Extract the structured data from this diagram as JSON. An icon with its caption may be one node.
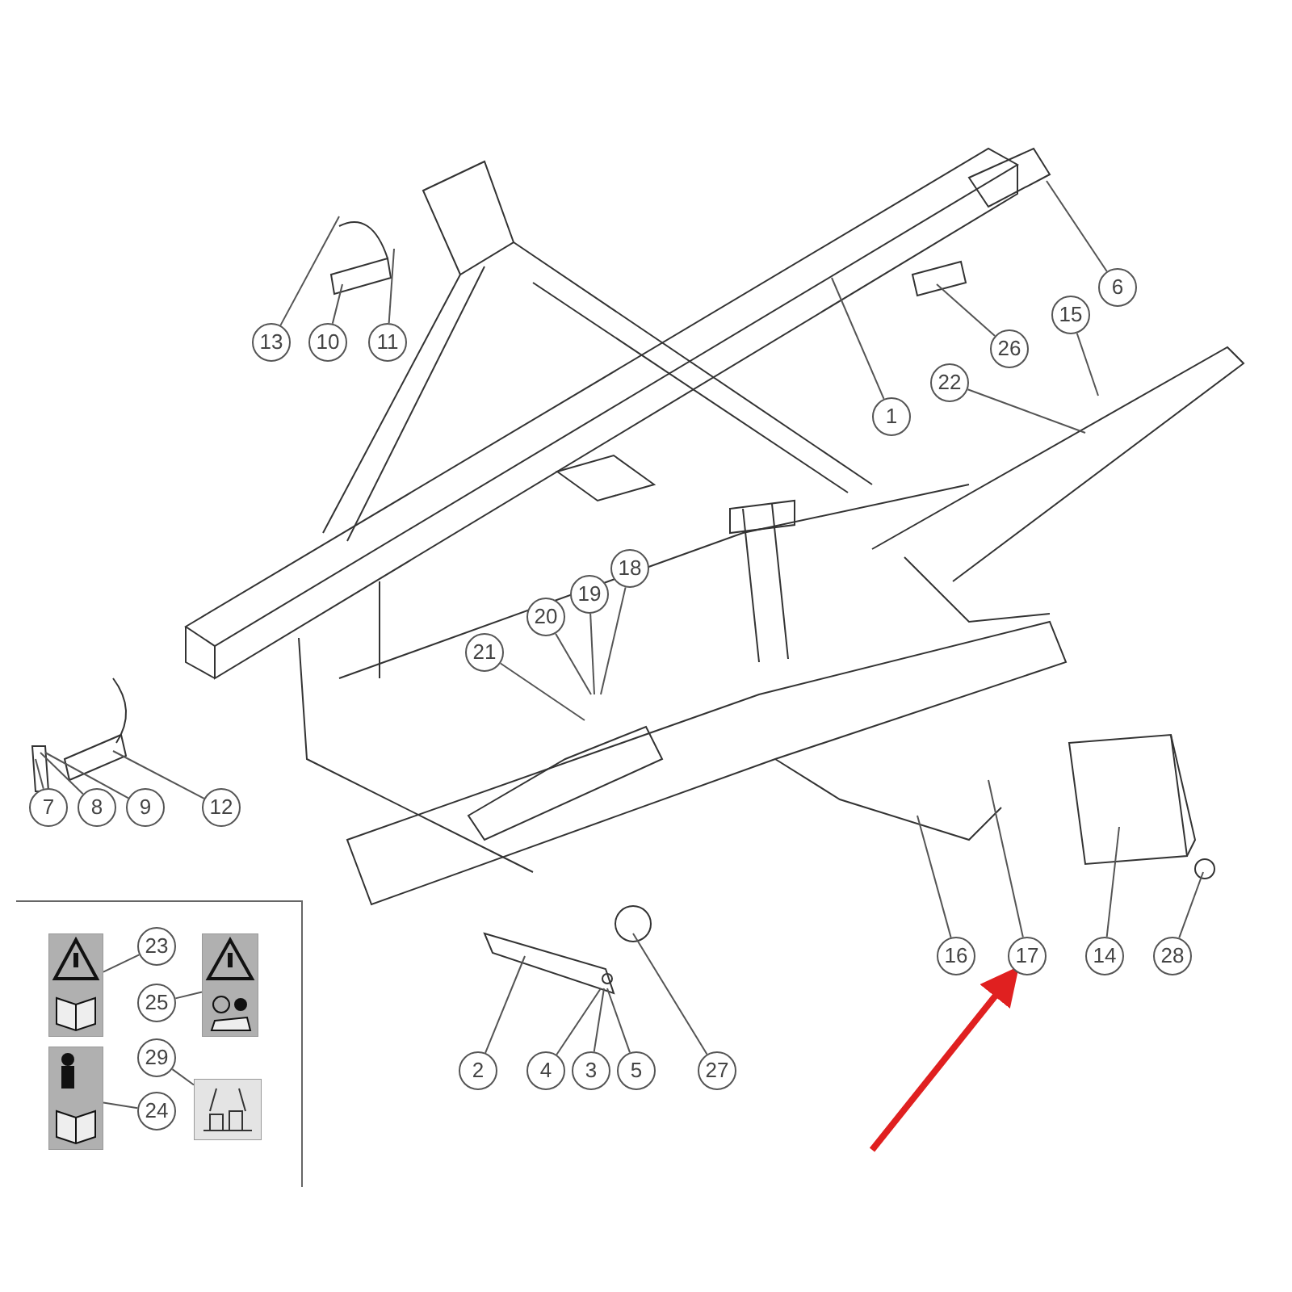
{
  "diagram": {
    "nodes": [
      {
        "text": [
          "6"
        ]
      },
      {
        "text": [
          "13"
        ]
      },
      {
        "text": [
          "10"
        ]
      },
      {
        "text": [
          "11"
        ]
      },
      {
        "text": [
          "26"
        ]
      },
      {
        "text": [
          "15"
        ]
      },
      {
        "text": [
          "22"
        ]
      },
      {
        "text": [
          "1"
        ]
      },
      {
        "text": [
          "18"
        ]
      },
      {
        "text": [
          "19"
        ]
      },
      {
        "text": [
          "20"
        ]
      },
      {
        "text": [
          "21"
        ]
      },
      {
        "text": [
          "7"
        ]
      },
      {
        "text": [
          "8"
        ]
      },
      {
        "text": [
          "9"
        ]
      },
      {
        "text": [
          "12"
        ]
      },
      {
        "text": [
          "16"
        ]
      },
      {
        "text": [
          "17"
        ]
      },
      {
        "text": [
          "14"
        ]
      },
      {
        "text": [
          "28"
        ]
      },
      {
        "text": [
          "23"
        ]
      },
      {
        "text": [
          "25"
        ]
      },
      {
        "text": [
          "29"
        ]
      },
      {
        "text": [
          "24"
        ]
      },
      {
        "text": [
          "2"
        ]
      },
      {
        "text": [
          "4"
        ]
      },
      {
        "text": [
          "3"
        ]
      },
      {
        "text": [
          "5"
        ]
      },
      {
        "text": [
          "27"
        ]
      },
      {
        "text": [],
        "shape": "picture"
      },
      {
        "text": [],
        "shape": "picture"
      },
      {
        "text": [],
        "shape": "picture"
      },
      {
        "text": [],
        "shape": "picture"
      }
    ],
    "edges": [
      {
        "from": 0,
        "to": null,
        "arrow": "none"
      },
      {
        "from": 1,
        "to": null,
        "arrow": "none"
      },
      {
        "from": 2,
        "to": null,
        "arrow": "none"
      },
      {
        "from": 3,
        "to": null,
        "arrow": "none"
      },
      {
        "from": 4,
        "to": null,
        "arrow": "none"
      },
      {
        "from": 5,
        "to": null,
        "arrow": "none"
      },
      {
        "from": 6,
        "to": null,
        "arrow": "none"
      },
      {
        "from": 7,
        "to": null,
        "arrow": "none"
      },
      {
        "from": 8,
        "to": null,
        "arrow": "none"
      },
      {
        "from": 9,
        "to": null,
        "arrow": "none"
      },
      {
        "from": 10,
        "to": null,
        "arrow": "none"
      },
      {
        "from": 11,
        "to": null,
        "arrow": "none"
      },
      {
        "from": 12,
        "to": null,
        "arrow": "none"
      },
      {
        "from": 13,
        "to": null,
        "arrow": "none"
      },
      {
        "from": 14,
        "to": null,
        "arrow": "none"
      },
      {
        "from": 15,
        "to": null,
        "arrow": "none"
      },
      {
        "from": 16,
        "to": null,
        "arrow": "none"
      },
      {
        "from": 17,
        "to": null,
        "arrow": "none"
      },
      {
        "from": 18,
        "to": null,
        "arrow": "none"
      },
      {
        "from": 19,
        "to": null,
        "arrow": "none"
      },
      {
        "from": 24,
        "to": null,
        "arrow": "none"
      },
      {
        "from": 25,
        "to": null,
        "arrow": "none"
      },
      {
        "from": 26,
        "to": null,
        "arrow": "none"
      },
      {
        "from": 27,
        "to": null,
        "arrow": "none"
      },
      {
        "from": 28,
        "to": null,
        "arrow": "none"
      },
      {
        "from": 20,
        "to": 29,
        "arrow": "none"
      },
      {
        "from": 21,
        "to": 30,
        "arrow": "none"
      },
      {
        "from": 22,
        "to": 32,
        "arrow": "none"
      },
      {
        "from": 23,
        "to": 31,
        "arrow": "none"
      },
      {
        "from": null,
        "to": 17,
        "arrow": "to",
        "style": "thick",
        "color": "#e02020"
      }
    ]
  }
}
